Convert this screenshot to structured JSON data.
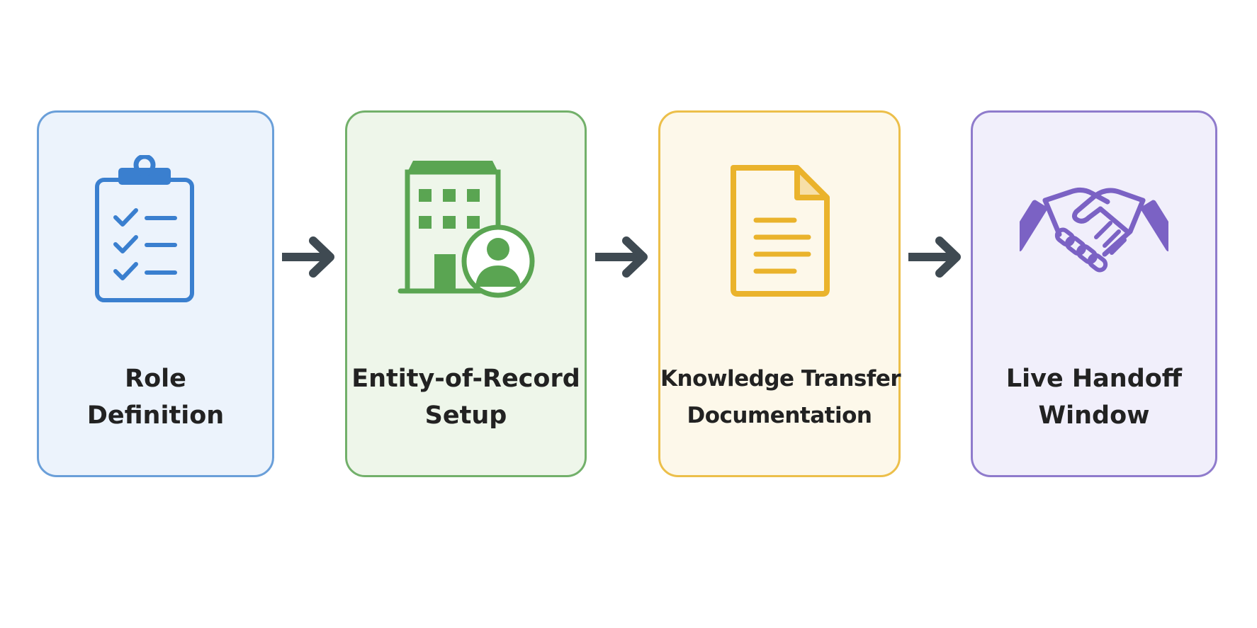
{
  "steps": [
    {
      "title_lines": [
        "Role",
        "Definition"
      ],
      "icon": "clipboard-checklist-icon",
      "colors": {
        "accent": "#3a7fcf",
        "fill": "#ecf3fc",
        "border": "#6a9fd9"
      }
    },
    {
      "title_lines": [
        "Entity-of-Record",
        "Setup"
      ],
      "icon": "building-person-icon",
      "colors": {
        "accent": "#5aa552",
        "fill": "#eef6ea",
        "border": "#72b06a"
      }
    },
    {
      "title_lines": [
        "Knowledge Transfer",
        "Documentation"
      ],
      "icon": "document-icon",
      "colors": {
        "accent": "#eab32c",
        "fill": "#fdf8ea",
        "border": "#ecbf4a"
      }
    },
    {
      "title_lines": [
        "Live Handoff",
        "Window"
      ],
      "icon": "handshake-icon",
      "colors": {
        "accent": "#7b62c4",
        "fill": "#f1effb",
        "border": "#8f7bcc"
      }
    }
  ],
  "arrow_color": "#3f4a52"
}
